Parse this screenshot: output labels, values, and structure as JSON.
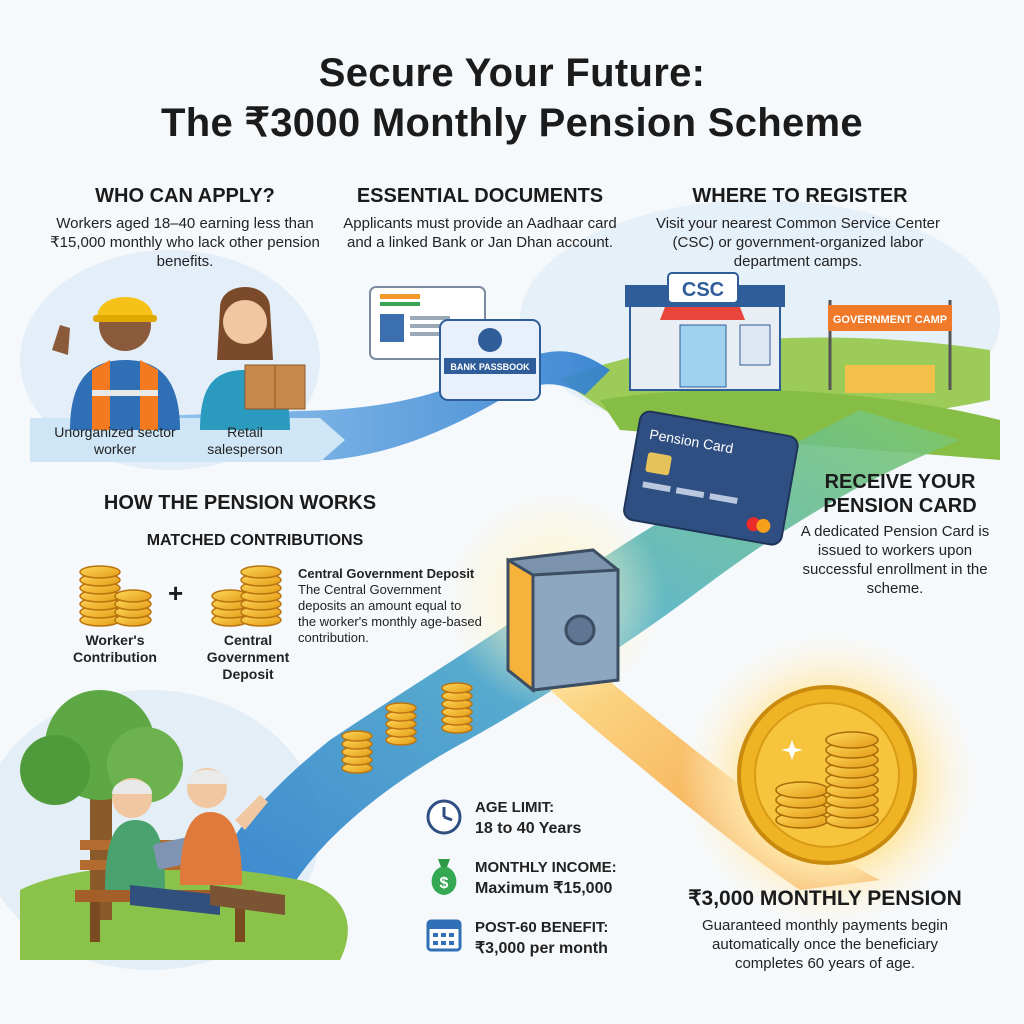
{
  "header": {
    "title_line1": "Secure Your Future:",
    "title_line2": "The ₹3000 Monthly Pension Scheme"
  },
  "who": {
    "heading": "WHO CAN APPLY?",
    "text": "Workers aged 18–40 earning less than ₹15,000 monthly who lack other pension benefits.",
    "worker1_label": "Unorganized sector worker",
    "worker2_label": "Retail salesperson"
  },
  "documents": {
    "heading": "ESSENTIAL DOCUMENTS",
    "text": "Applicants must provide an Aadhaar card and a linked Bank or Jan Dhan account.",
    "passbook_label": "BANK PASSBOOK"
  },
  "register": {
    "heading": "WHERE TO REGISTER",
    "text": "Visit your nearest Common Service Center (CSC) or government-organized labor department camps.",
    "csc_sign": "CSC",
    "camp_banner": "GOVERNMENT CAMP"
  },
  "card": {
    "card_label": "Pension Card",
    "heading": "RECEIVE YOUR PENSION CARD",
    "text": "A dedicated Pension Card is issued to workers upon successful enrollment in the scheme."
  },
  "works": {
    "heading": "HOW THE PENSION WORKS",
    "subheading": "MATCHED CONTRIBUTIONS",
    "plus": "+",
    "worker_contribution": "Worker's Contribution",
    "govt_deposit": "Central Government Deposit",
    "desc_title": "Central Government Deposit",
    "desc_text": "The Central Government deposits an amount equal to the worker's monthly age-based contribution."
  },
  "stats": [
    {
      "icon": "clock-icon",
      "label": "AGE LIMIT:",
      "value": "18 to 40 Years"
    },
    {
      "icon": "money-bag-icon",
      "label": "MONTHLY INCOME:",
      "value": "Maximum ₹15,000"
    },
    {
      "icon": "calendar-icon",
      "label": "POST-60 BENEFIT:",
      "value": "₹3,000 per month"
    }
  ],
  "pension": {
    "heading": "₹3,000 MONTHLY PENSION",
    "text": "Guaranteed monthly payments begin automatically once the beneficiary completes 60 years of age."
  },
  "colors": {
    "path_blue": "#3b8fd6",
    "path_orange": "#f39a2b",
    "grass_green": "#8bc34a",
    "coin_gold": "#f2b631",
    "card_navy": "#2f4f82"
  }
}
